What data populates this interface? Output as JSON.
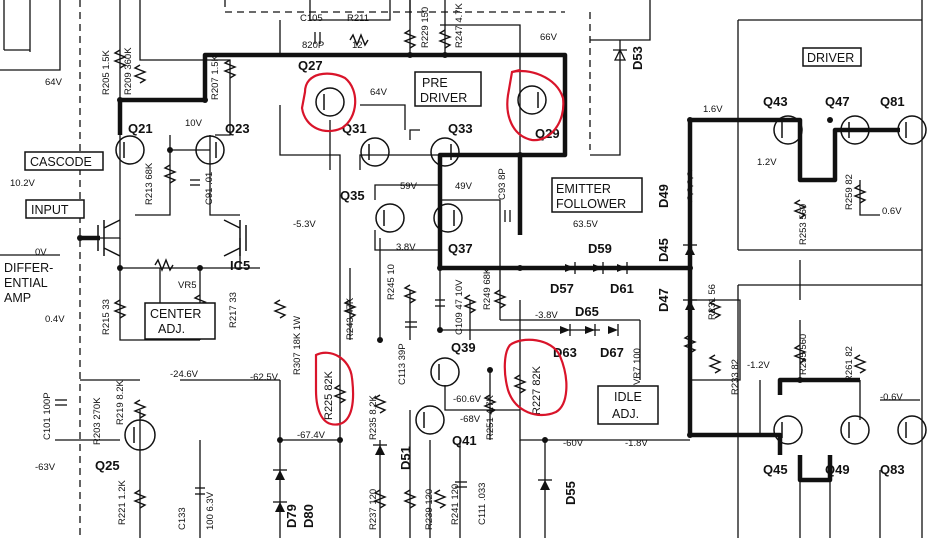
{
  "labels": {
    "cascode": "CASCODE",
    "input": "INPUT",
    "differential": "DIFFER-\nENTIAL\nAMP",
    "center_adj": "CENTER\nADJ.",
    "pre_driver": "PRE\nDRIVER",
    "emitter_follower": "EMITTER\nFOLLOWER",
    "driver": "DRIVER",
    "idle_adj": "IDLE\nADJ.",
    "ic5": "IC5"
  },
  "transistors": [
    "Q21",
    "Q23",
    "Q25",
    "Q27",
    "Q29",
    "Q31",
    "Q33",
    "Q35",
    "Q37",
    "Q39",
    "Q41",
    "Q43",
    "Q45",
    "Q47",
    "Q49",
    "Q81",
    "Q83"
  ],
  "diodes": [
    "D49",
    "D45",
    "D47",
    "D51",
    "D53",
    "D55",
    "D57",
    "D59",
    "D61",
    "D63",
    "D65",
    "D67",
    "D79",
    "D80"
  ],
  "components": {
    "r205": "R205 1.5K",
    "r209": "R209\n360K",
    "r207": "R207\n1.5K",
    "c105": "C105\n820P",
    "r211": "R211\n12",
    "r229": "R229\n150",
    "r247": "R247\n4.7K",
    "r213": "R213\n68K",
    "c91": "C91\n.01",
    "r215": "R215 33",
    "r217": "R217\n33",
    "vr5": "VR5",
    "r307": "R307 18K 1W",
    "c101": "C101 100P",
    "r203": "R203 270K",
    "r219": "R219\n8.2K",
    "r221": "R221\n1.2K",
    "c133": "C133\n100 6.3V",
    "r225": "R225 82K",
    "r243": "R243 47K",
    "r245": "R245\n10",
    "c113": "C113\n39P",
    "r235": "R235 8.2K",
    "r237": "R237 120",
    "r239": "R239 120",
    "r241": "R241\n120",
    "c111": "C111\n.033",
    "r251": "R251 4.7K",
    "r227": "R227 82K",
    "c109": "C109\n47 10V",
    "r249": "R249\n68K",
    "c93": "C93 8P",
    "vr7": "VR7\n100",
    "r231": "R231\n56",
    "r233": "R233 82",
    "r253": "R253\n560",
    "r255": "R255\n560",
    "r259": "R259\n82",
    "r261": "R261\n82"
  },
  "voltages": {
    "v_64a": "64V",
    "v_66": "66V",
    "v_64b": "64V",
    "v_10": "10V",
    "v_102": "10.2V",
    "v_0": "0V",
    "v_04": "0.4V",
    "v_m53": "-5.3V",
    "v_59": "59V",
    "v_49": "49V",
    "v_38": "3.8V",
    "v_635": "63.5V",
    "v_16": "1.6V",
    "v_12": "1.2V",
    "v_06": "0.6V",
    "v_m38": "-3.8V",
    "v_m246": "-24.6V",
    "v_m625": "-62.5V",
    "v_m674": "-67.4V",
    "v_m606": "-60.6V",
    "v_m68": "-68V",
    "v_m60": "-60V",
    "v_m18": "-1.8V",
    "v_m12": "-1.2V",
    "v_m06": "-0.6V",
    "v_m63": "-63V"
  },
  "annotation_color": "#d9142a"
}
